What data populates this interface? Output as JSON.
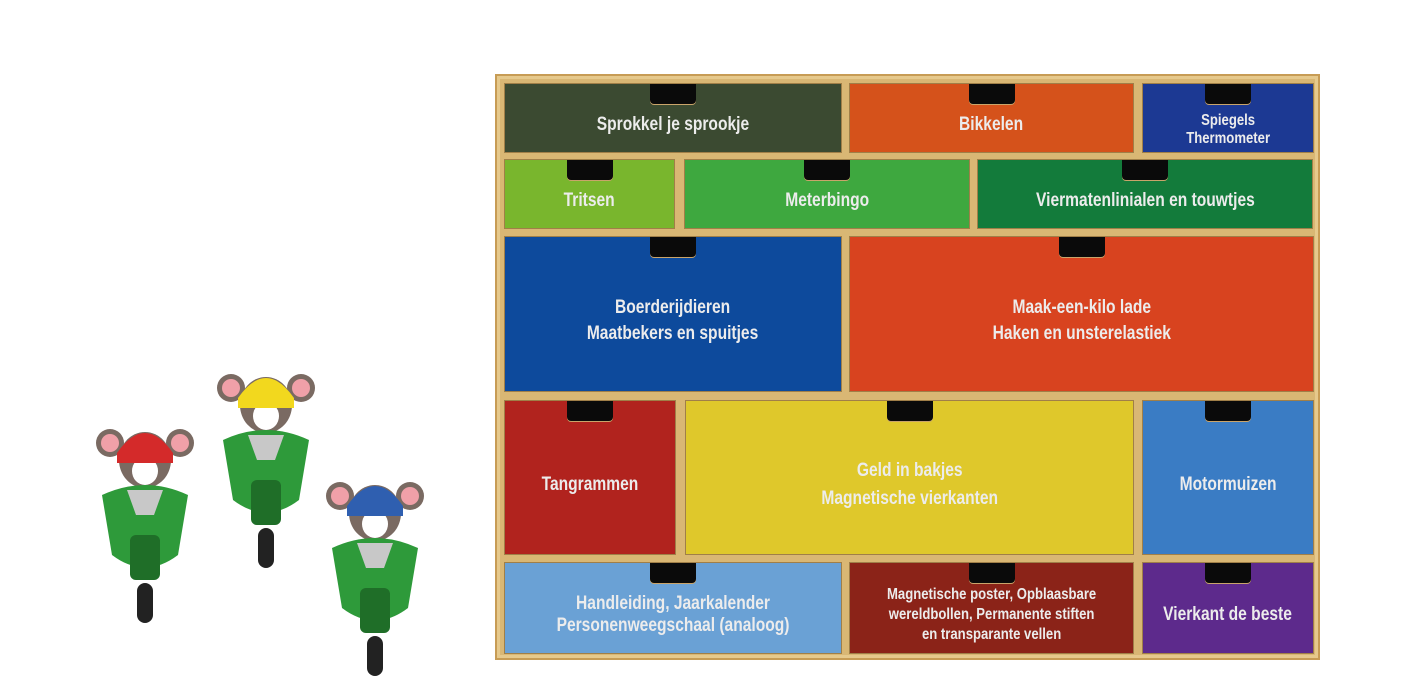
{
  "cabinet": {
    "drawers": [
      {
        "label": "Sprokkel je sprookje",
        "color": "#3b4a31"
      },
      {
        "label": "Bikkelen",
        "color": "#d5521b"
      },
      {
        "label": "Spiegels\nThermometer",
        "color": "#1c3993"
      },
      {
        "label": "Tritsen",
        "color": "#79b62d"
      },
      {
        "label": "Meterbingo",
        "color": "#3ea83f"
      },
      {
        "label": "Viermatenlinialen en touwtjes",
        "color": "#137b3b"
      },
      {
        "label": "Boerderijdieren\nMaatbekers en spuitjes",
        "color": "#0d4a9c"
      },
      {
        "label": "Maak-een-kilo lade\nHaken en unsterelastiek",
        "color": "#d8431f"
      },
      {
        "label": "Tangrammen",
        "color": "#b1231e"
      },
      {
        "label": "Geld in bakjes\nMagnetische vierkanten",
        "color": "#dfc82b"
      },
      {
        "label": "Motormuizen",
        "color": "#3a7cc4"
      },
      {
        "label": "Handleiding, Jaarkalender\nPersonenweegschaal (analoog)",
        "color": "#6aa1d5"
      },
      {
        "label": "Magnetische poster, Opblaasbare\nwereldbollen, Permanente stiften\nen transparante vellen",
        "color": "#8b2318"
      },
      {
        "label": "Vierkant de beste",
        "color": "#5d2a8c"
      }
    ]
  },
  "mice": [
    {
      "helmet": "#d42a2a"
    },
    {
      "helmet": "#f2d81e"
    },
    {
      "helmet": "#2f5fb0"
    }
  ]
}
